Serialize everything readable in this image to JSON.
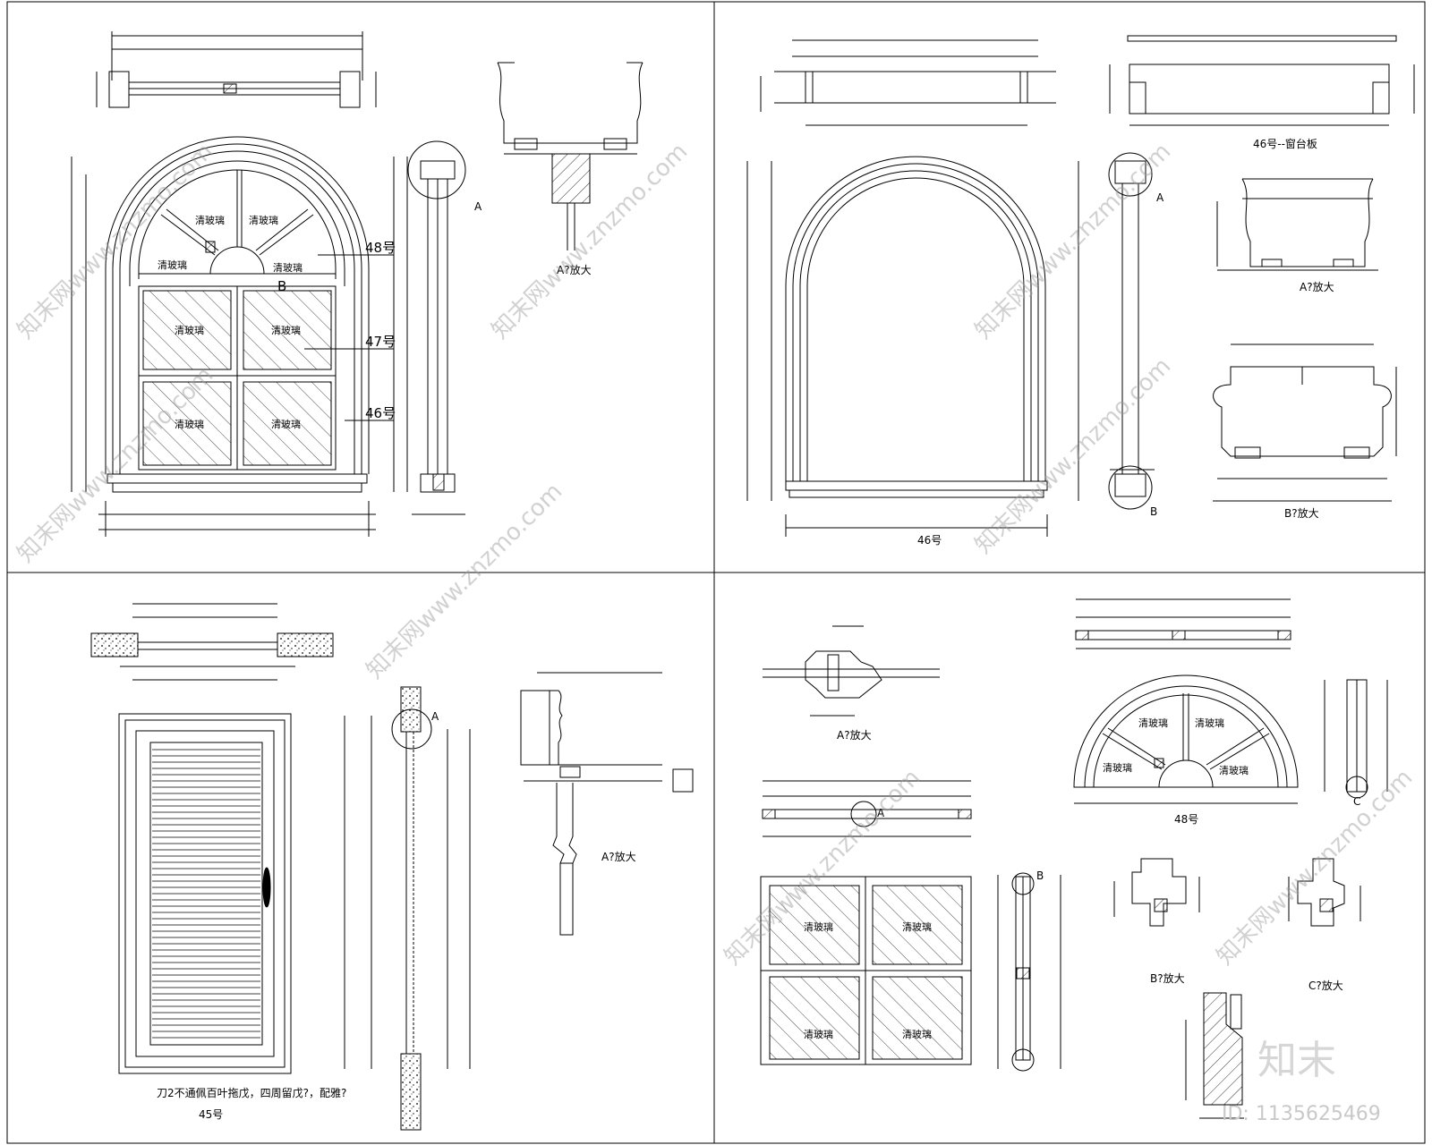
{
  "panels": {
    "top_left": {
      "glass_labels": [
        "清玻璃",
        "清玻璃",
        "清玻璃",
        "清玻璃",
        "清玻璃",
        "清玻璃",
        "清玻璃",
        "清玻璃"
      ],
      "callouts": [
        "48号",
        "47号",
        "46号"
      ],
      "marker_A": "A",
      "marker_B": "B",
      "detail_caption": "A?放大"
    },
    "top_right": {
      "elevation_caption": "46号",
      "sill_caption": "46号--窗台板",
      "detail_A_caption": "A?放大",
      "detail_B_caption": "B?放大",
      "marker_A": "A",
      "marker_B": "B"
    },
    "bottom_left": {
      "caption": "45号",
      "note": "刀2不通佩百叶拖戊，四周留戊?，配雅?",
      "marker_A": "A",
      "detail_caption": "A?放大"
    },
    "bottom_right": {
      "detail_A_caption": "A?放大",
      "arch_caption": "48号",
      "glass_labels": [
        "清玻璃",
        "清玻璃",
        "清玻璃",
        "清玻璃",
        "清玻璃",
        "清玻璃",
        "清玻璃",
        "清玻璃"
      ],
      "detail_B_caption": "B?放大",
      "detail_C_caption": "C?放大",
      "marker_A": "A",
      "marker_B": "B",
      "marker_C": "C"
    }
  },
  "watermark": {
    "text": "知末网www.znzmo.com",
    "brand": "知末",
    "id_label": "ID: 1135625469"
  }
}
